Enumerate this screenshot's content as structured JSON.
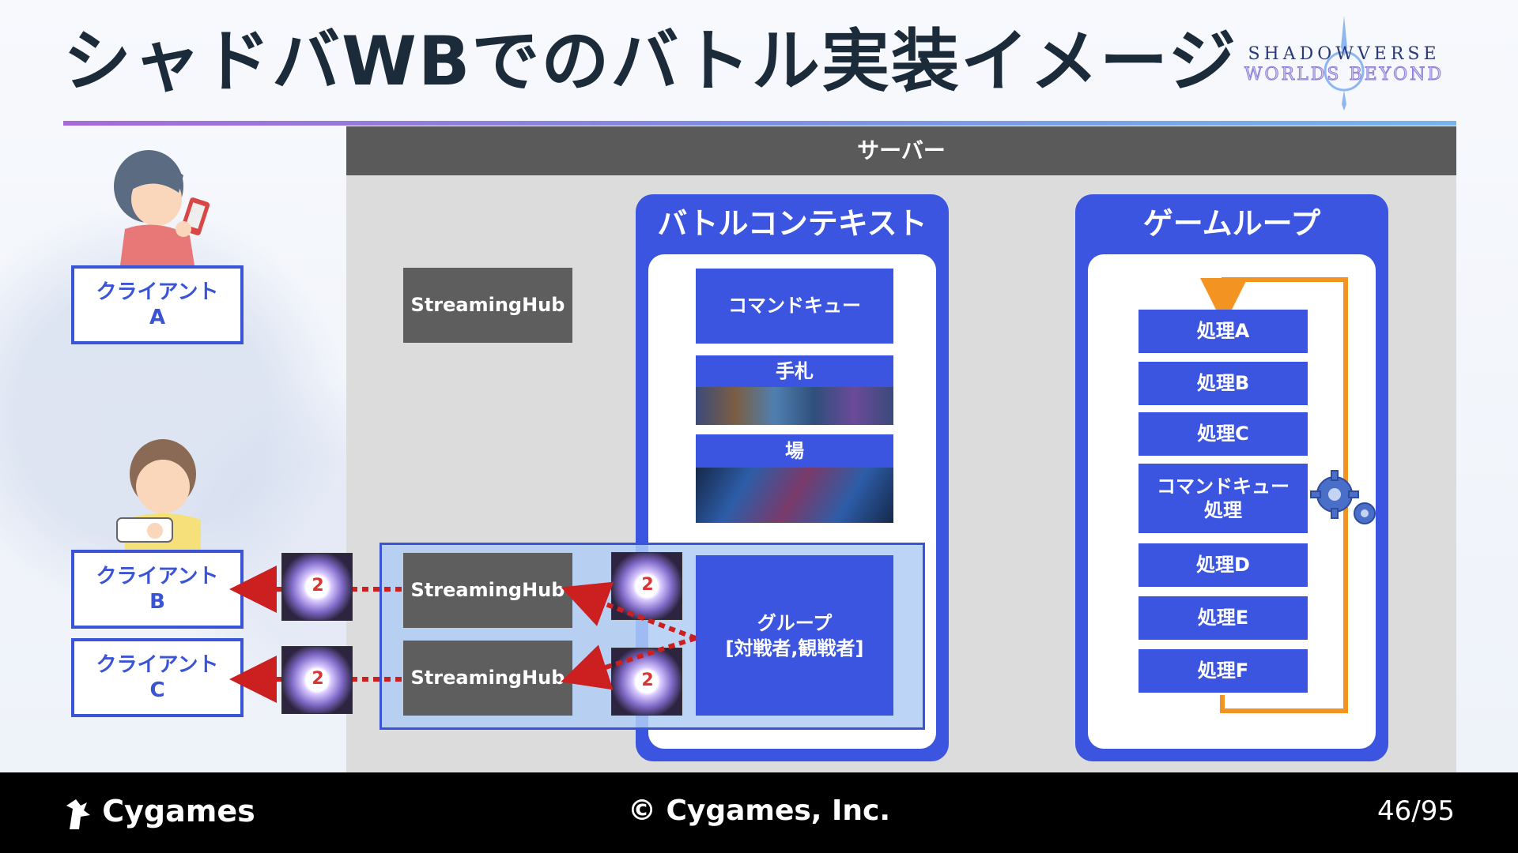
{
  "title": "シャドバWBでのバトル実装イメージ",
  "logo": {
    "line1": "SHADOWVERSE",
    "line2": "WORLDS BEYOND"
  },
  "server": {
    "label": "サーバー"
  },
  "clients": [
    {
      "label": "クライアント\nA"
    },
    {
      "label": "クライアント\nB"
    },
    {
      "label": "クライアント\nC"
    }
  ],
  "hubs": [
    "StreamingHub",
    "StreamingHub",
    "StreamingHub"
  ],
  "battle_context": {
    "title": "バトルコンテキスト",
    "command_queue": "コマンドキュー",
    "hand": "手札",
    "field": "場",
    "group": "グループ\n[対戦者,観戦者]"
  },
  "card_cost": "2",
  "game_loop": {
    "title": "ゲームループ",
    "steps": [
      "処理A",
      "処理B",
      "処理C",
      "コマンドキュー\n処理",
      "処理D",
      "処理E",
      "処理F"
    ]
  },
  "colors": {
    "accent_blue": "#3c55e0",
    "loop_orange": "#f39322",
    "arrow_red": "#cc1f1f",
    "server_gray": "#dcdcdc"
  },
  "footer": {
    "brand": "Cygames",
    "copyright": "© Cygames, Inc.",
    "page": "46/95"
  }
}
